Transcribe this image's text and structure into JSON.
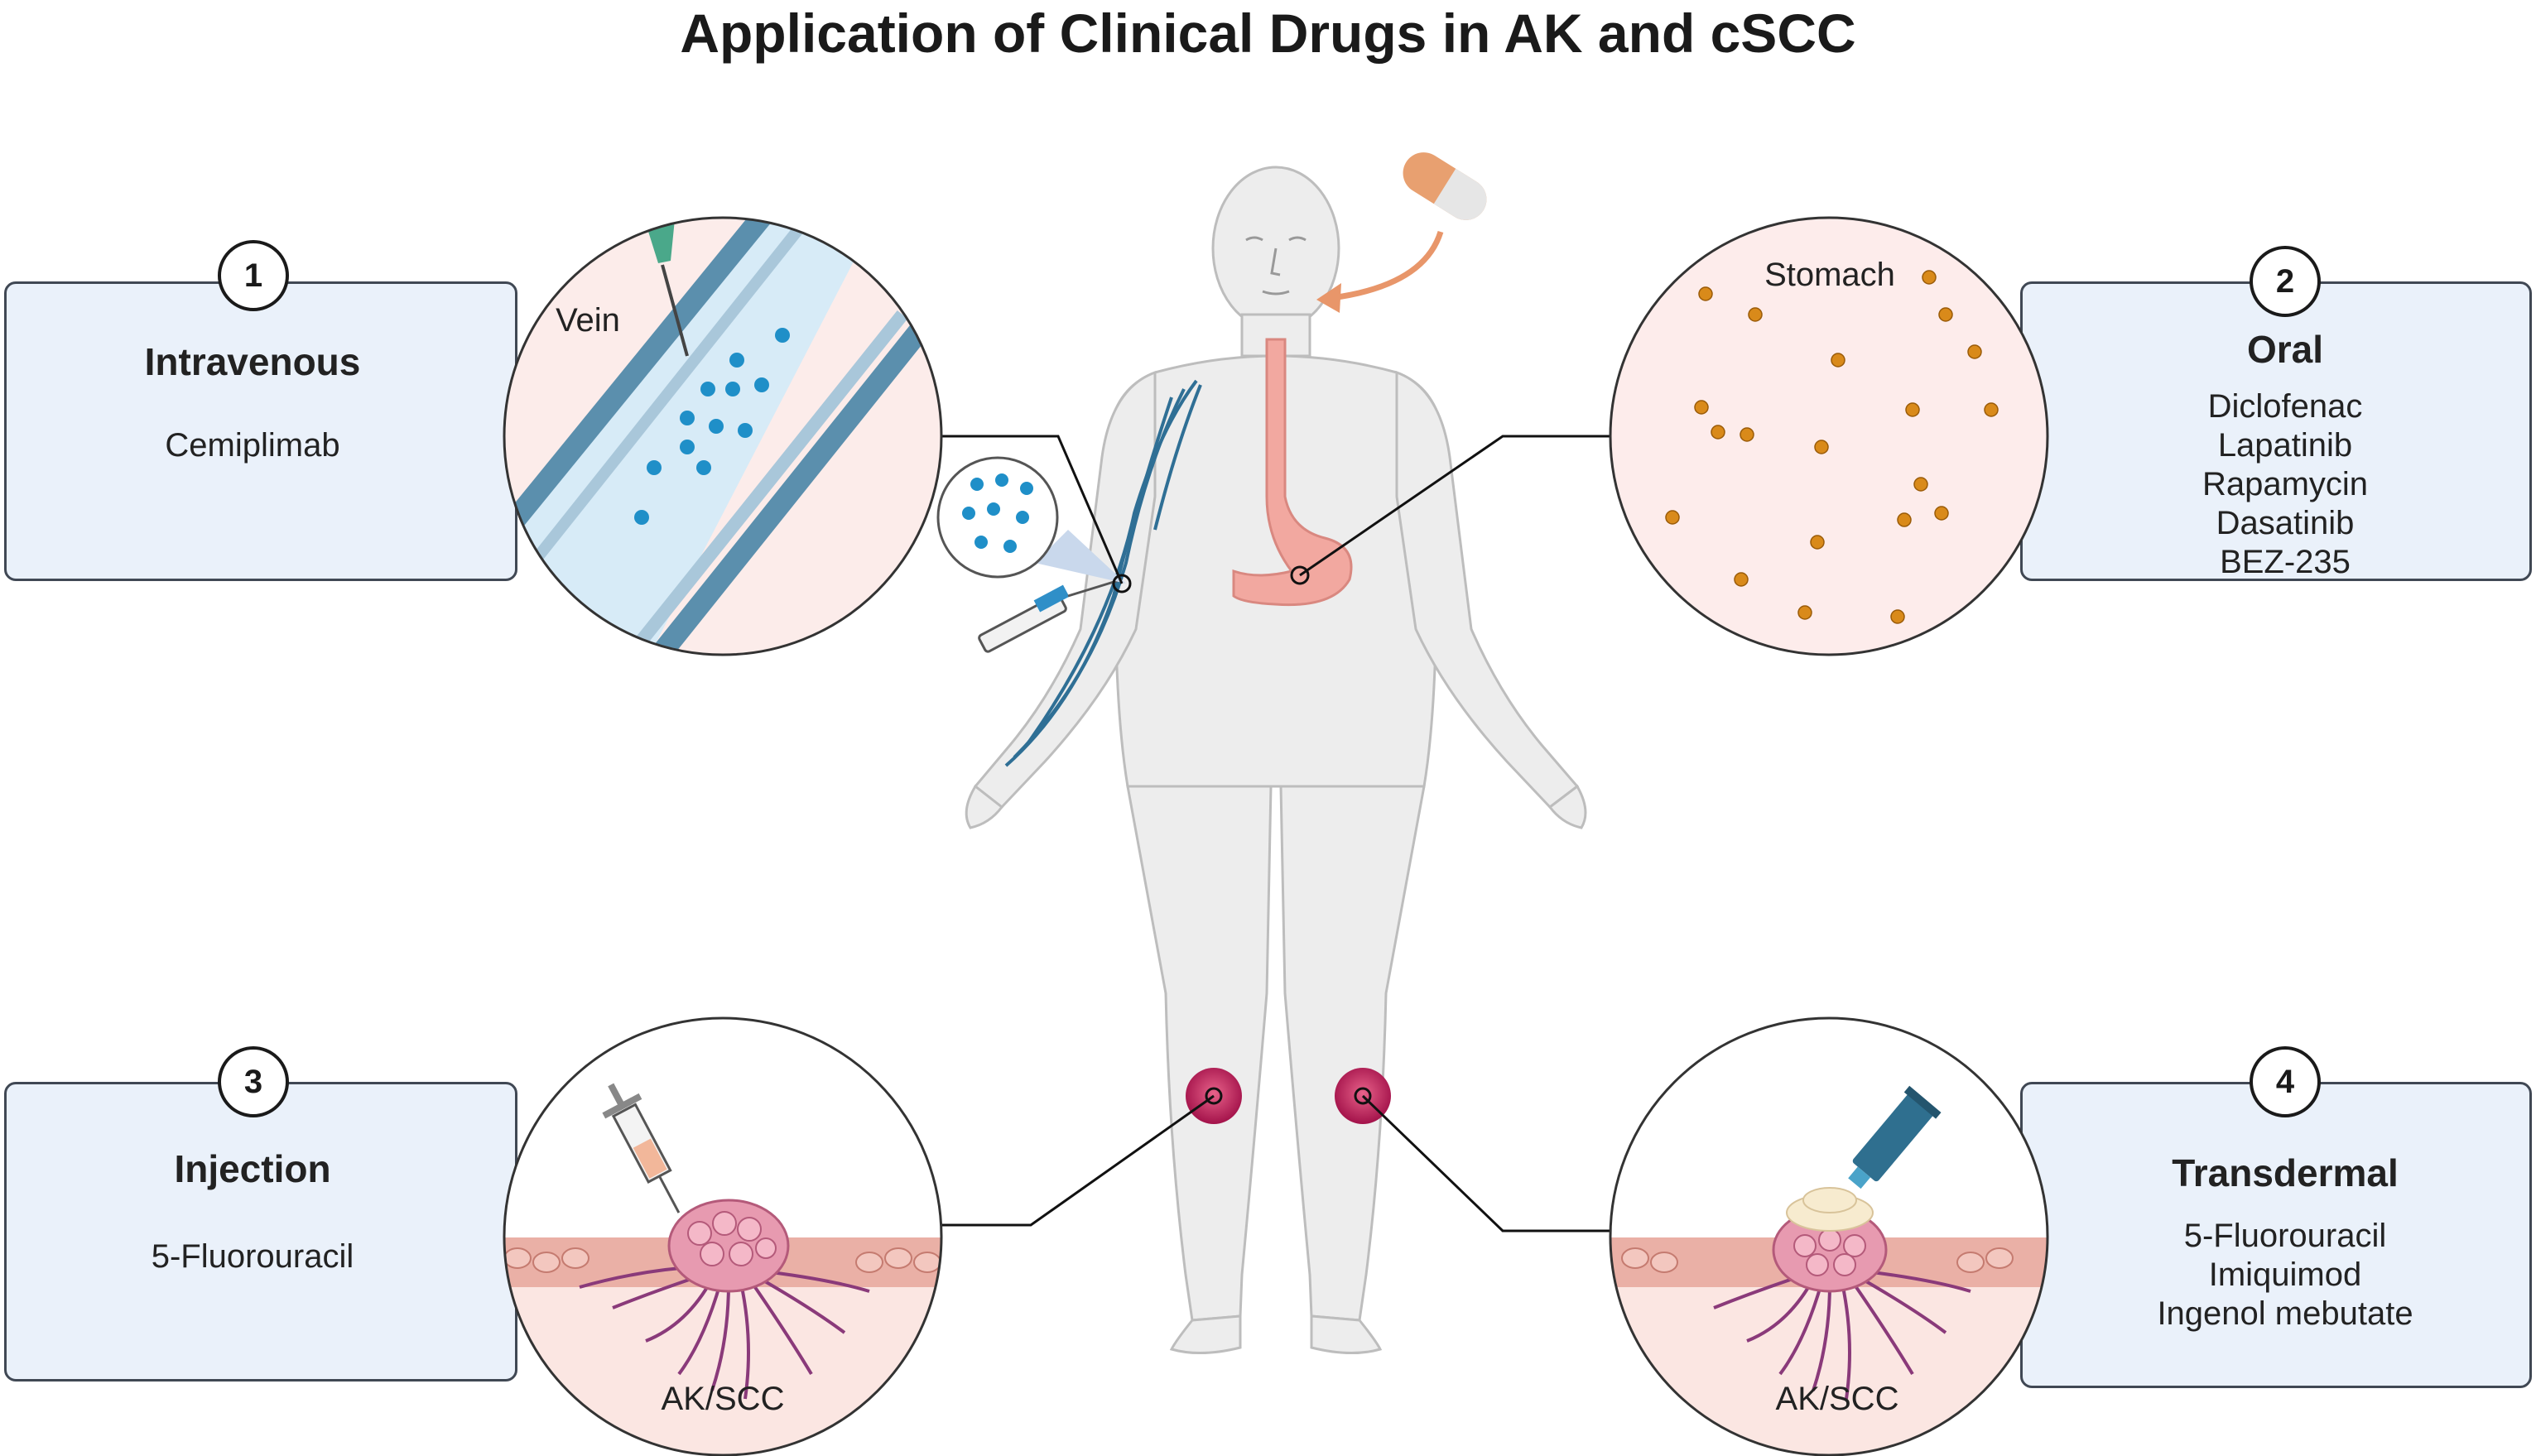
{
  "title": "Application of Clinical Drugs in AK and cSCC",
  "colors": {
    "panel_fill": "#eaf1fa",
    "panel_border": "#404854",
    "body_fill": "#eeeeee",
    "vein_blue": "#2f6f95",
    "stomach_pink": "#f2a8a0",
    "lesion_red": "#c2185b",
    "capsule_orange": "#e8a070",
    "particle_orange": "#d98a1a",
    "particle_blue": "#1f8fc8"
  },
  "routes": [
    {
      "number": "1",
      "title": "Intravenous",
      "drugs": [
        "Cemiplimab"
      ],
      "circle_label": "Vein",
      "icon": "syringe-iv-icon"
    },
    {
      "number": "2",
      "title": "Oral",
      "drugs": [
        "Diclofenac",
        "Lapatinib",
        "Rapamycin",
        "Dasatinib",
        "BEZ-235"
      ],
      "circle_label": "Stomach",
      "icon": "capsule-icon"
    },
    {
      "number": "3",
      "title": "Injection",
      "drugs": [
        "5-Fluorouracil"
      ],
      "circle_label": "AK/SCC",
      "icon": "syringe-icon"
    },
    {
      "number": "4",
      "title": "Transdermal",
      "drugs": [
        "5-Fluorouracil",
        "Imiquimod",
        "Ingenol mebutate"
      ],
      "circle_label": "AK/SCC",
      "icon": "cream-tube-icon"
    }
  ]
}
